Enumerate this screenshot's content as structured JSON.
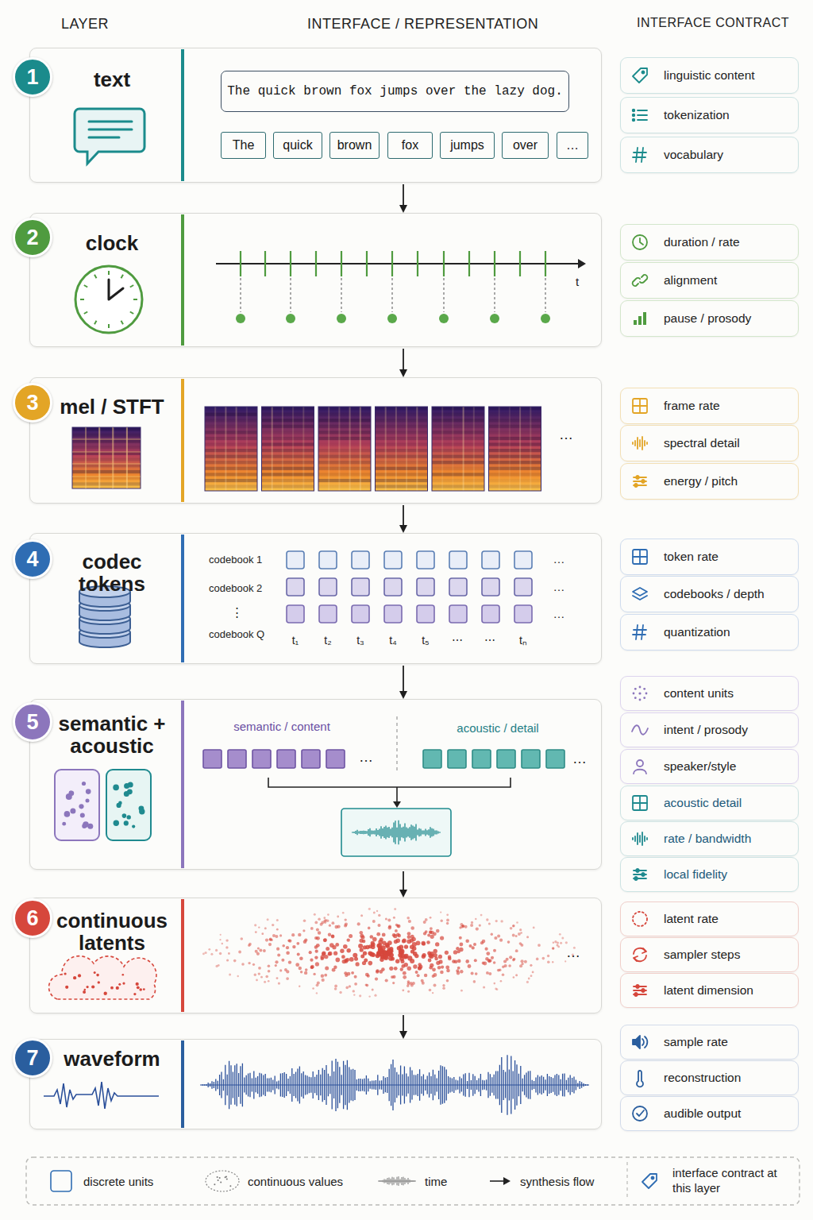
{
  "diagram": {
    "nodes": [
      {
        "text": [
          "text"
        ]
      },
      {
        "text": [
          "1"
        ],
        "in": 0
      },
      {
        "text": [
          "The quick brown fox jumps over the lazy dog."
        ],
        "in": 0
      },
      {
        "text": [
          "The"
        ],
        "in": 0
      },
      {
        "text": [
          "quick"
        ],
        "in": 0
      },
      {
        "text": [
          "brown"
        ],
        "in": 0
      },
      {
        "text": [
          "fox"
        ],
        "in": 0
      },
      {
        "text": [
          "jumps"
        ],
        "in": 0
      },
      {
        "text": [
          "over"
        ],
        "in": 0
      },
      {
        "text": [
          "…"
        ],
        "in": 0
      },
      {
        "text": [
          "linguistic content"
        ]
      },
      {
        "text": [
          "tokenization"
        ]
      },
      {
        "text": [
          "vocabulary"
        ]
      },
      {
        "text": [
          "clock"
        ]
      },
      {
        "text": [
          "2"
        ],
        "in": 13
      },
      {
        "text": [
          "duration / rate"
        ]
      },
      {
        "text": [
          "alignment"
        ]
      },
      {
        "text": [
          "pause / prosody"
        ]
      },
      {
        "text": [
          "mel / STFT"
        ]
      },
      {
        "text": [
          "3"
        ],
        "in": 18
      },
      {
        "text": [
          "frame rate"
        ]
      },
      {
        "text": [
          "spectral detail"
        ]
      },
      {
        "text": [
          "energy / pitch"
        ]
      },
      {
        "text": [
          "codec tokens"
        ]
      },
      {
        "text": [
          "4"
        ],
        "in": 23
      },
      {
        "text": [
          "token rate"
        ]
      },
      {
        "text": [
          "codebooks / depth"
        ]
      },
      {
        "text": [
          "quantization"
        ]
      },
      {
        "text": [
          "semantic + acoustic"
        ]
      },
      {
        "text": [
          "5"
        ],
        "in": 28
      },
      {
        "text": [
          "content units"
        ]
      },
      {
        "text": [
          "intent / prosody"
        ]
      },
      {
        "text": [
          "speaker/style"
        ]
      },
      {
        "text": [
          "acoustic detail"
        ]
      },
      {
        "text": [
          "rate / bandwidth"
        ]
      },
      {
        "text": [
          "local fidelity"
        ]
      },
      {
        "text": [
          "continuous latents"
        ]
      },
      {
        "text": [
          "6"
        ],
        "in": 36
      },
      {
        "text": [
          "latent rate"
        ]
      },
      {
        "text": [
          "sampler steps"
        ]
      },
      {
        "text": [
          "latent dimension"
        ]
      },
      {
        "text": [
          "waveform"
        ]
      },
      {
        "text": [
          "7"
        ],
        "in": 41
      },
      {
        "text": [
          "sample rate"
        ]
      },
      {
        "text": [
          "reconstruction"
        ]
      },
      {
        "text": [
          "audible output"
        ]
      }
    ],
    "edges": [
      {
        "from": 0,
        "to": 13,
        "arrow": "to"
      },
      {
        "from": 13,
        "to": 18,
        "arrow": "to"
      },
      {
        "from": 18,
        "to": 23,
        "arrow": "to"
      },
      {
        "from": 23,
        "to": 28,
        "arrow": "to"
      },
      {
        "from": 28,
        "to": 36,
        "arrow": "to"
      },
      {
        "from": 36,
        "to": 41,
        "arrow": "to"
      }
    ],
    "labels": [
      "LAYER",
      "INTERFACE / REPRESENTATION",
      "INTERFACE CONTRACT",
      "t",
      "…",
      "codebook 1",
      "codebook 2",
      "⋮",
      "codebook Q",
      "…",
      "…",
      "…",
      "t₁",
      "t₂",
      "t₃",
      "t₄",
      "t₅",
      "⋯",
      "⋯",
      "tₙ",
      "semantic / content",
      "acoustic / detail",
      "…",
      "…",
      "…"
    ],
    "legend": [
      {
        "text": "discrete units"
      },
      {
        "text": "continuous values"
      },
      {
        "text": "time"
      },
      {
        "text": "synthesis flow"
      },
      {
        "text": "interface contract at this layer"
      }
    ]
  }
}
